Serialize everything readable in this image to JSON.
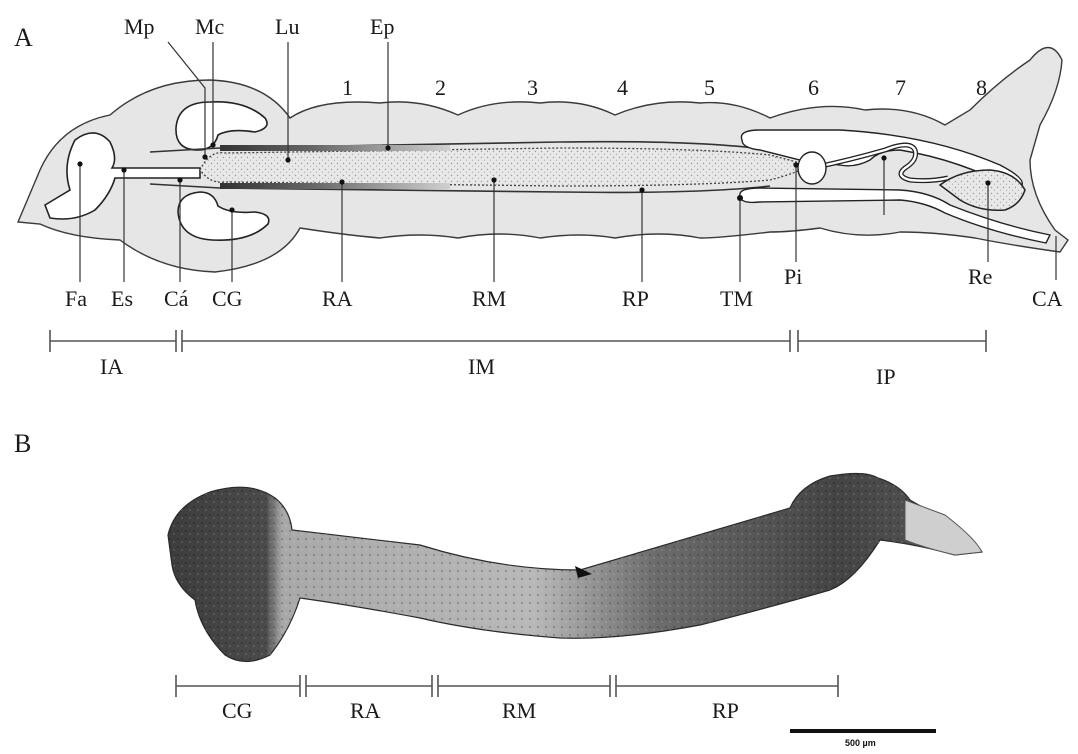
{
  "panel_a": {
    "label": "A",
    "segment_numbers": [
      "1",
      "2",
      "3",
      "4",
      "5",
      "6",
      "7",
      "8"
    ],
    "top_labels": {
      "mp": "Mp",
      "mc": "Mc",
      "lu": "Lu",
      "ep": "Ep"
    },
    "bottom_labels": {
      "fa": "Fa",
      "es": "Es",
      "ca_small": "Cá",
      "cg": "CG",
      "ra": "RA",
      "rm": "RM",
      "rp": "RP",
      "tm": "TM",
      "pi": "Pi",
      "re": "Re",
      "ca_end": "CA"
    },
    "regions": [
      "IA",
      "IM",
      "IP"
    ]
  },
  "panel_b": {
    "label": "B",
    "regions": [
      "CG",
      "RA",
      "RM",
      "RP"
    ],
    "scale_bar": "500 µm"
  },
  "colors": {
    "body_fill": "#e6e6e6",
    "outline": "#2a2a2a",
    "specimen_dark": "#3a3a3a",
    "specimen_light": "#9a9a9a"
  }
}
